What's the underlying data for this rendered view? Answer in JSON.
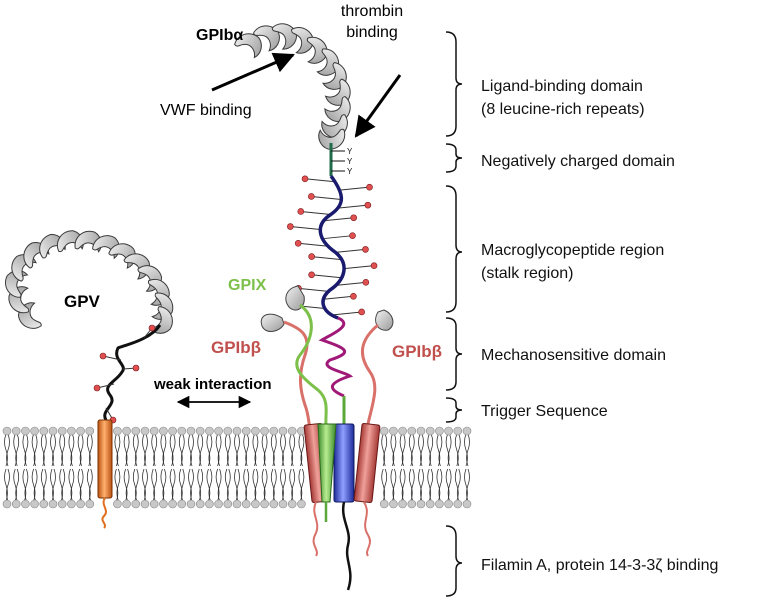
{
  "labels": {
    "gp1ba": "GPIbα",
    "thrombin_line1": "thrombin",
    "thrombin_line2": "binding",
    "vwf": "VWF binding",
    "gpv": "GPV",
    "gpix": "GPIX",
    "gp1bb_left": "GPIbβ",
    "gp1bb_right": "GPIbβ",
    "weak": "weak interaction",
    "tyr1": "Y",
    "tyr2": "Y",
    "tyr3": "Y"
  },
  "domains": {
    "ligand_line1": "Ligand-binding domain",
    "ligand_line2": "(8 leucine-rich repeats)",
    "neg": "Negatively charged domain",
    "macro_line1": "Macroglycopeptide region",
    "macro_line2": "(stalk region)",
    "mech": "Mechanosensitive domain",
    "trigger": "Trigger Sequence",
    "filamin": "Filamin A, protein 14-3-3ζ binding"
  },
  "colors": {
    "gp1ba_stalk": "#1a1a6e",
    "gp1ba_neg": "#1f6b4a",
    "gp1ba_tm": "#3b47c8",
    "gp1bb": "#d9706a",
    "gp1bb_tm": "#c85a55",
    "gpix": "#7cc04a",
    "gpix_tm": "#5aa83a",
    "mechano": "#a01878",
    "gpv_tm": "#e07020",
    "lrr": "#c8c8c8",
    "glycan": "#e05050",
    "label_gpix": "#7cc04a",
    "label_gp1bb": "#c0504d"
  }
}
